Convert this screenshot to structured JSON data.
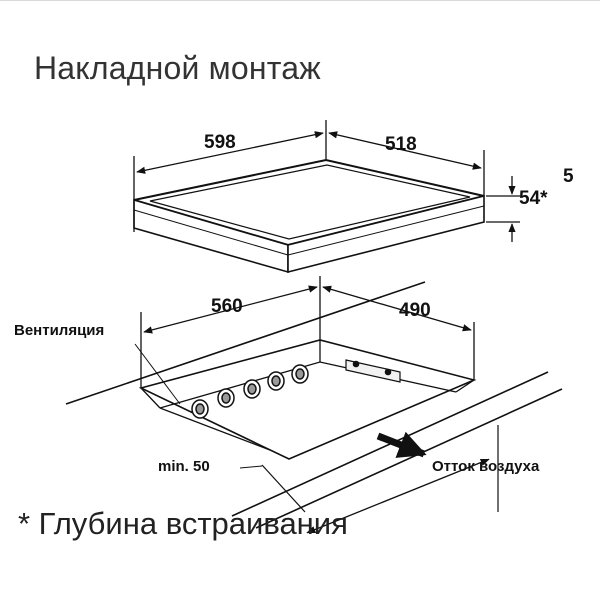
{
  "title": "Накладной монтаж",
  "footnote": "* Глубина встраивания",
  "hob": {
    "width": "598",
    "depth": "518",
    "height": "54*",
    "frame": "5"
  },
  "cutout": {
    "width": "560",
    "depth": "490",
    "min_gap": "min. 50"
  },
  "labels": {
    "ventilation": "Вентиляция",
    "air_outflow": "Отток воздуха"
  }
}
